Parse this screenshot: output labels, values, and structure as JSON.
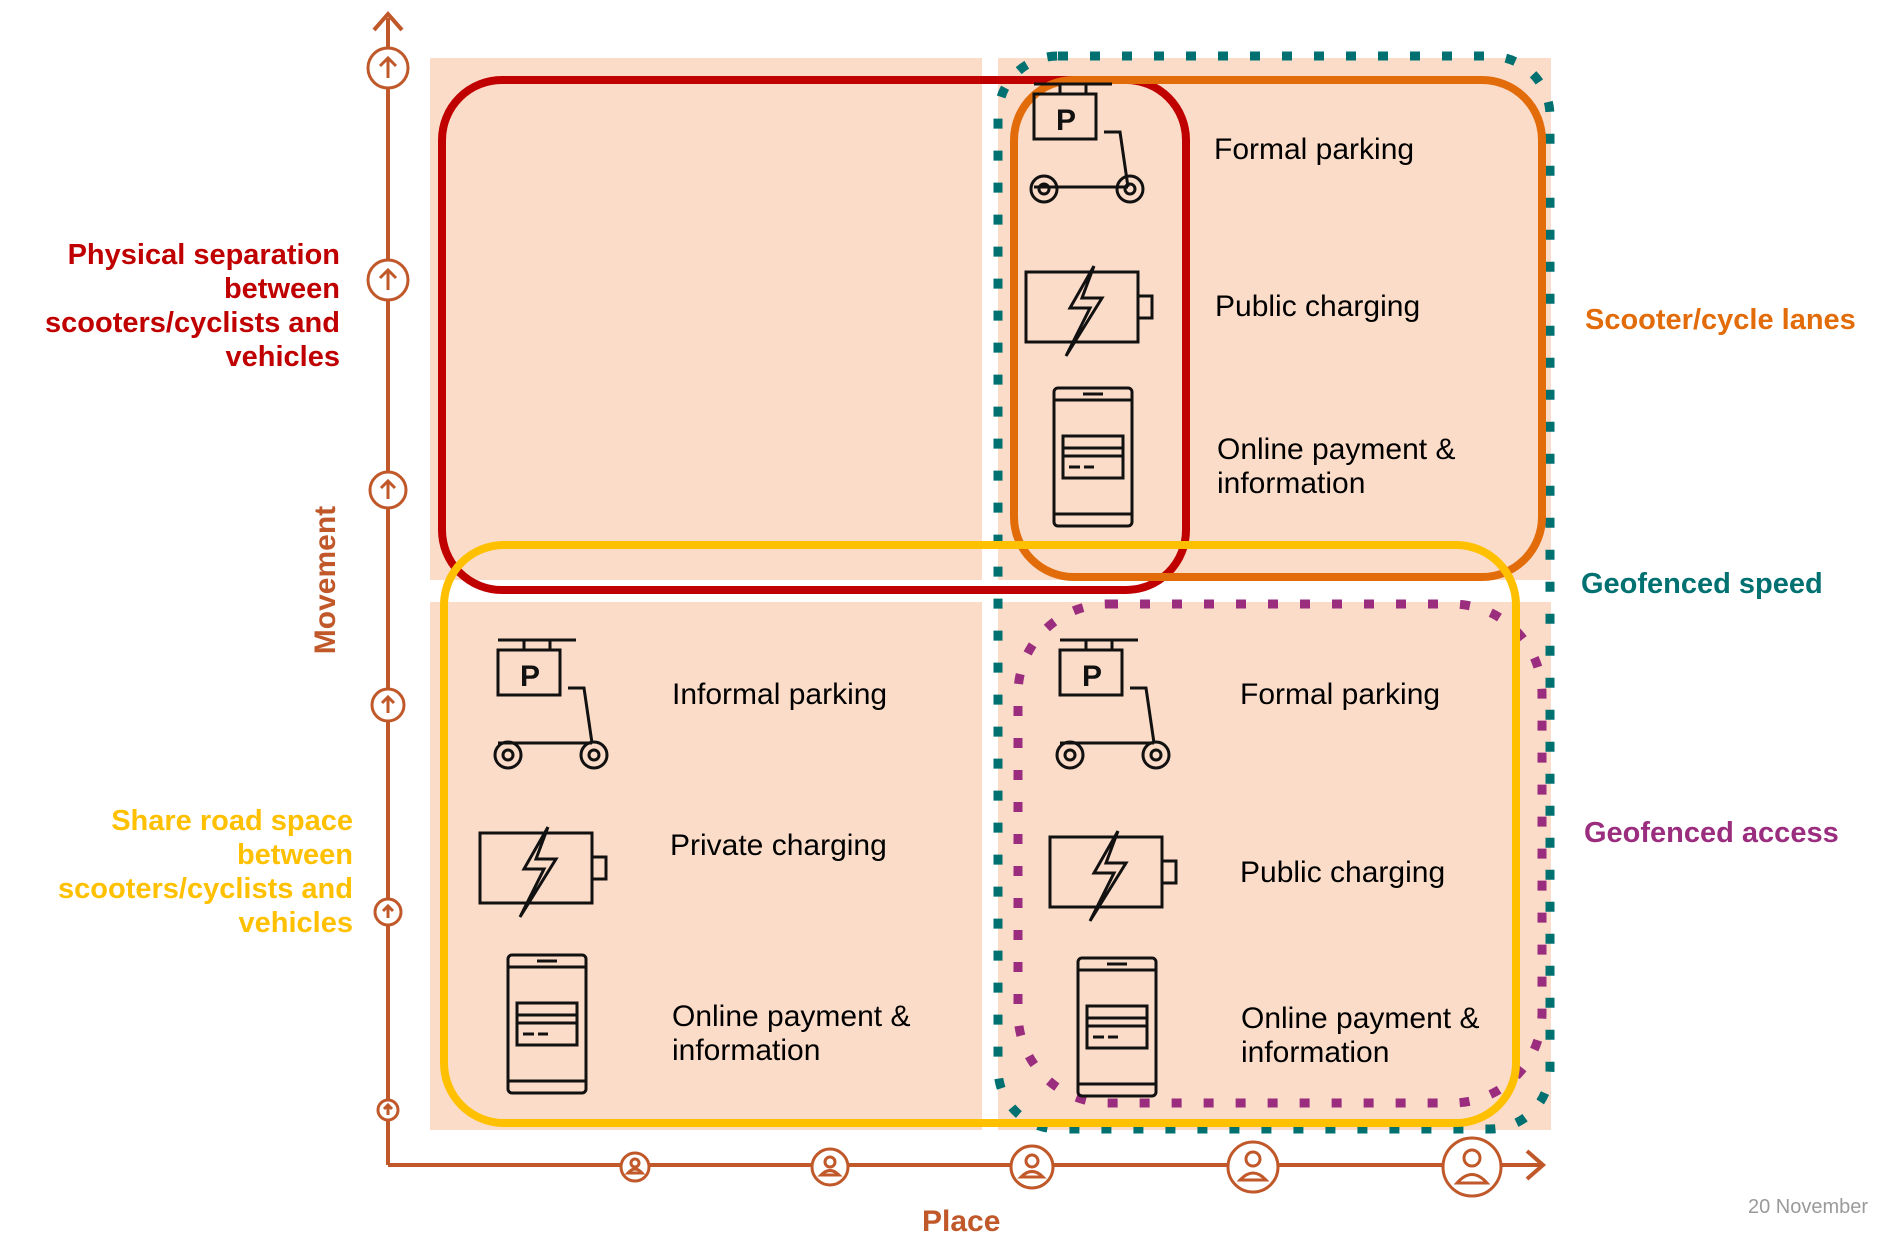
{
  "axes": {
    "y_title": "Movement",
    "x_title": "Place"
  },
  "left_labels": {
    "top": {
      "lines": [
        "Physical separation",
        "between",
        "scooters/cyclists and",
        "vehicles"
      ],
      "color": "#c00000"
    },
    "bottom": {
      "lines": [
        "Share road space",
        "between",
        "scooters/cyclists and",
        "vehicles"
      ],
      "color": "#ffc000"
    }
  },
  "right_labels": {
    "lanes": {
      "text": "Scooter/cycle lanes",
      "color": "#e36c0a"
    },
    "speed": {
      "text": "Geofenced speed",
      "color": "#007070"
    },
    "access": {
      "text": "Geofenced access",
      "color": "#9b2d7f"
    }
  },
  "quadrants": {
    "top_right": {
      "items": [
        {
          "icon": "parking-scooter-icon",
          "lines": [
            "Formal parking"
          ]
        },
        {
          "icon": "battery-charging-icon",
          "lines": [
            "Public charging"
          ]
        },
        {
          "icon": "phone-payment-icon",
          "lines": [
            "Online payment &",
            "information"
          ]
        }
      ]
    },
    "bottom_left": {
      "items": [
        {
          "icon": "parking-scooter-icon",
          "lines": [
            "Informal parking"
          ]
        },
        {
          "icon": "battery-charging-icon",
          "lines": [
            "Private charging"
          ]
        },
        {
          "icon": "phone-payment-icon",
          "lines": [
            "Online payment &",
            "information"
          ]
        }
      ]
    },
    "bottom_right": {
      "items": [
        {
          "icon": "parking-scooter-icon",
          "lines": [
            "Formal parking"
          ]
        },
        {
          "icon": "battery-charging-icon",
          "lines": [
            "Public charging"
          ]
        },
        {
          "icon": "phone-payment-icon",
          "lines": [
            "Online payment &",
            "information"
          ]
        }
      ]
    }
  },
  "footer": {
    "date": "20 November"
  },
  "colors": {
    "quadrant_fill": "#fbdcc8",
    "axis": "#c0582a",
    "red_region": "#c00000",
    "orange_region": "#e36c0a",
    "yellow_region": "#ffc000",
    "teal_dots": "#007070",
    "purple_dots": "#9b2d7f"
  }
}
